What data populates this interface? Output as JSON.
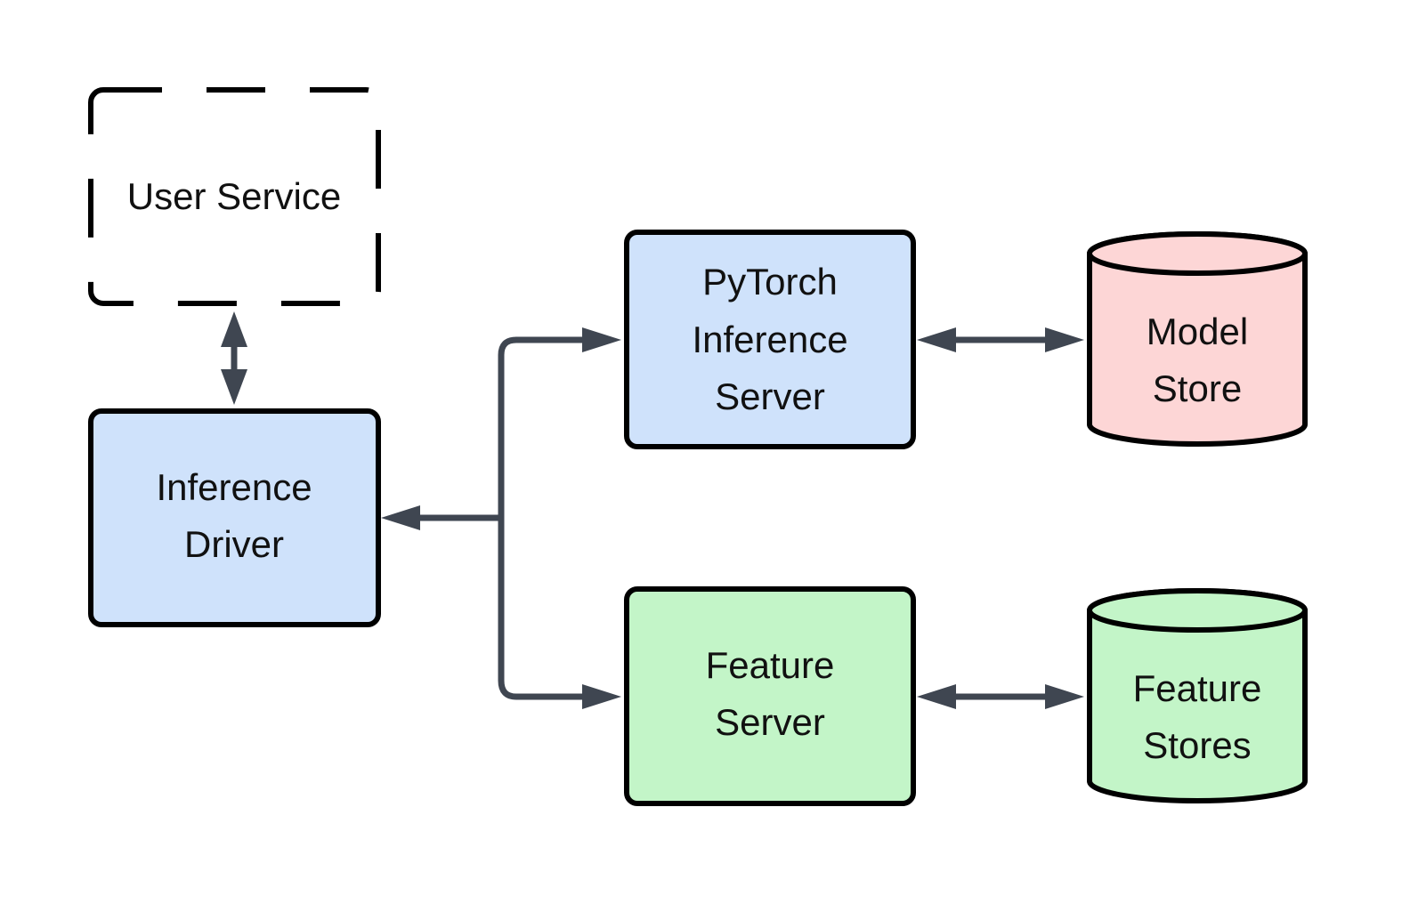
{
  "colors": {
    "service_fill": "#cfe2fb",
    "feature_fill": "#c3f5c8",
    "model_store_fill": "#fdd6d6",
    "stroke": "#000000",
    "edge": "#3f4651"
  },
  "nodes": {
    "user_service": {
      "lines": [
        "User Service"
      ]
    },
    "inference_driver": {
      "lines": [
        "Inference",
        "Driver"
      ]
    },
    "pytorch_server": {
      "lines": [
        "PyTorch",
        "Inference",
        "Server"
      ]
    },
    "feature_server": {
      "lines": [
        "Feature",
        "Server"
      ]
    },
    "model_store": {
      "lines": [
        "Model",
        "Store"
      ]
    },
    "feature_stores": {
      "lines": [
        "Feature",
        "Stores"
      ]
    }
  }
}
